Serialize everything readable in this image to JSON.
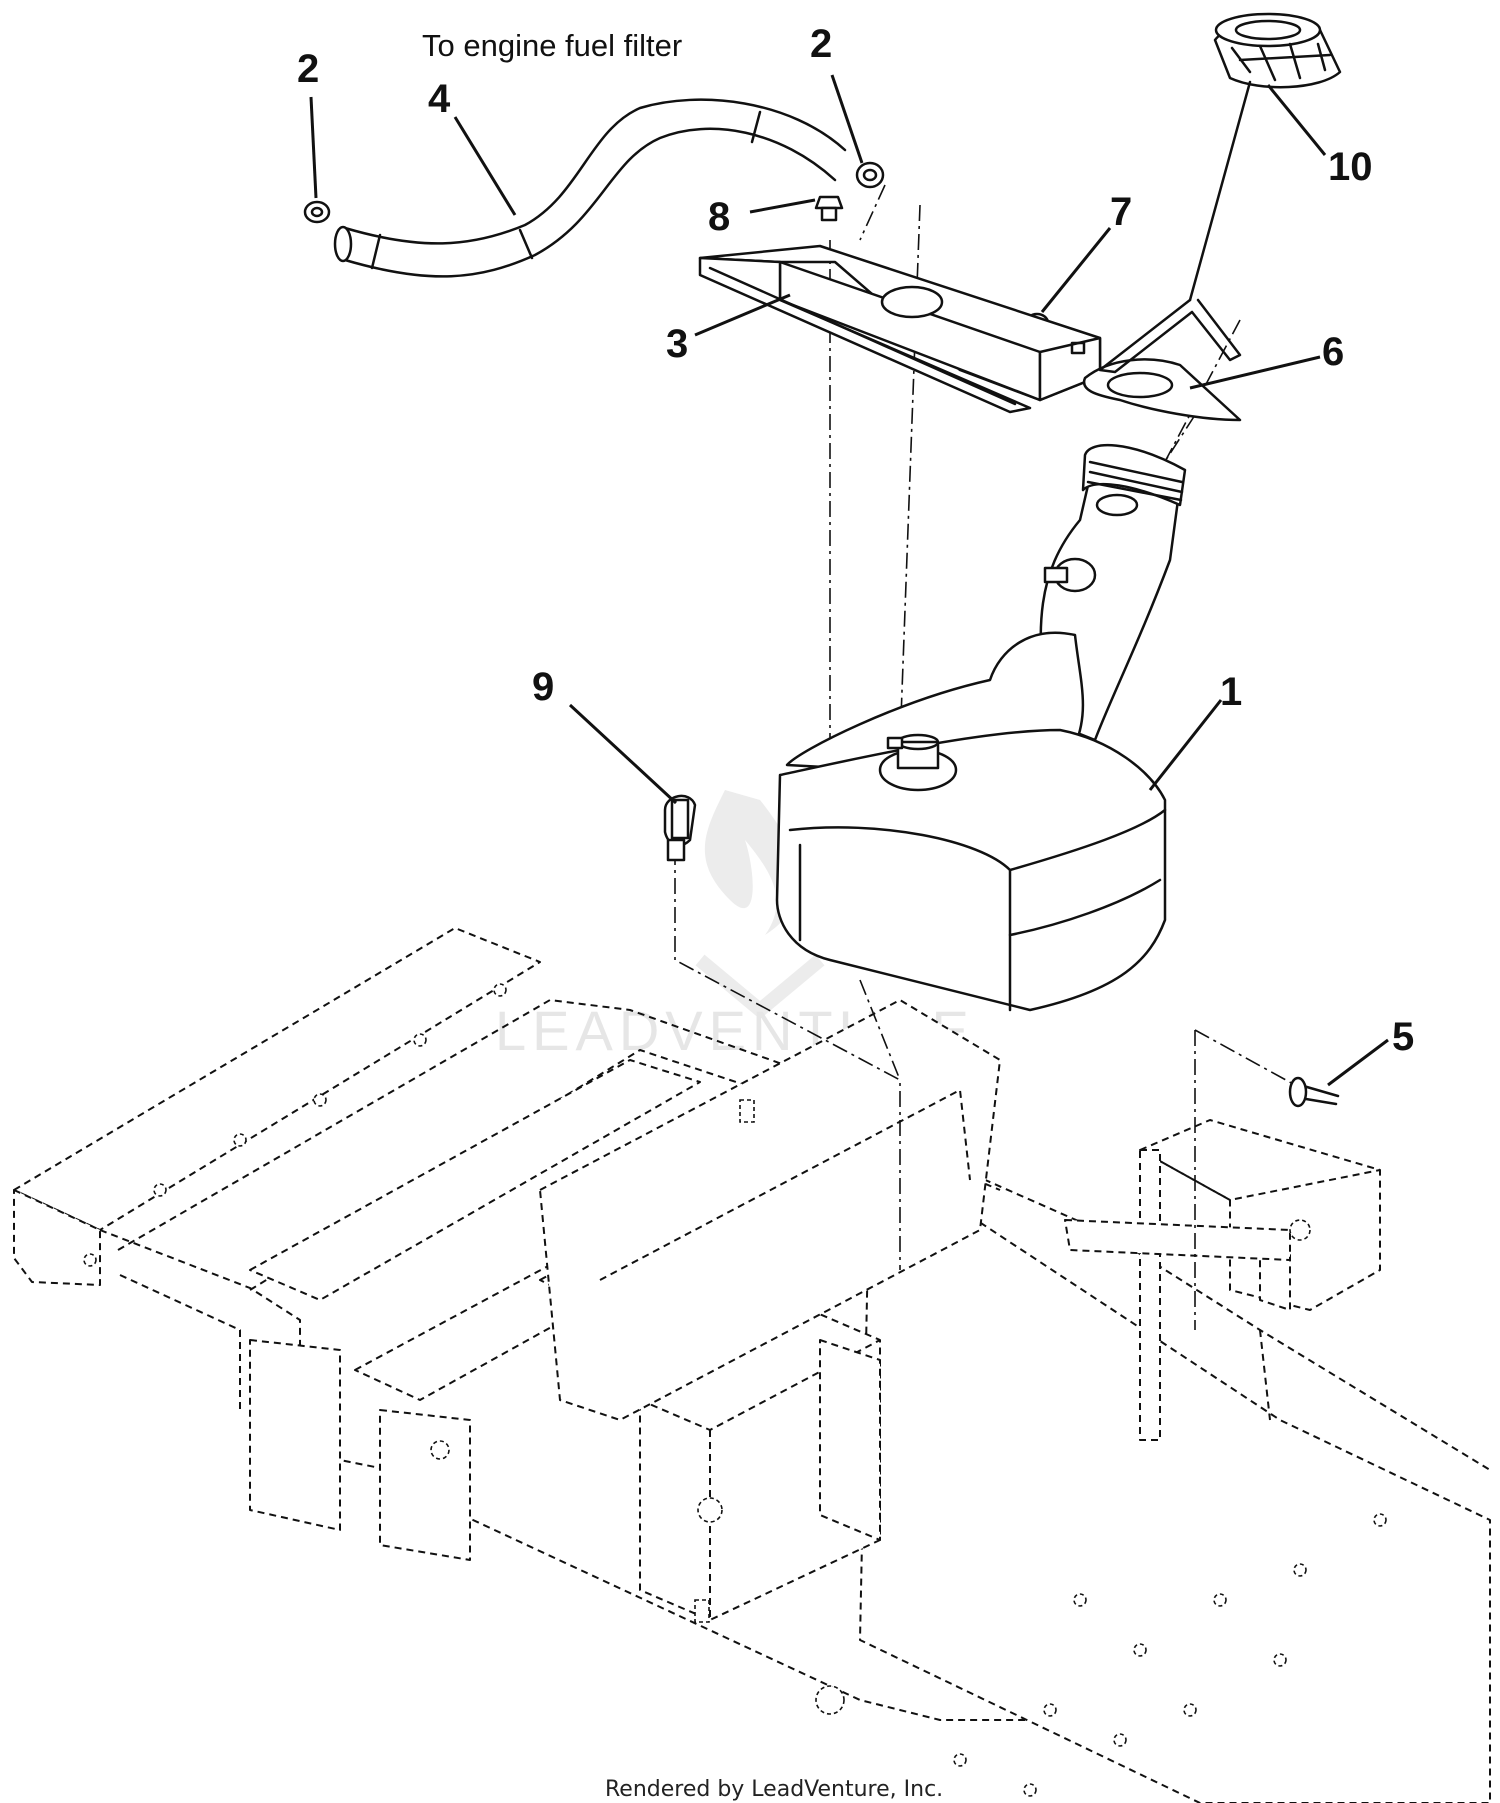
{
  "diagram": {
    "caption": "To engine fuel filter",
    "footer": "Rendered by LeadVenture, Inc.",
    "watermark": "LEADVENTURE",
    "callouts": [
      {
        "id": "c1",
        "number": "1",
        "part": "fuel-tank"
      },
      {
        "id": "c2a",
        "number": "2",
        "part": "hose-clamp-left"
      },
      {
        "id": "c2b",
        "number": "2",
        "part": "hose-clamp-right"
      },
      {
        "id": "c3",
        "number": "3",
        "part": "tank-bracket"
      },
      {
        "id": "c4",
        "number": "4",
        "part": "fuel-hose"
      },
      {
        "id": "c5",
        "number": "5",
        "part": "carriage-bolt"
      },
      {
        "id": "c6",
        "number": "6",
        "part": "gasket"
      },
      {
        "id": "c7",
        "number": "7",
        "part": "nut"
      },
      {
        "id": "c8",
        "number": "8",
        "part": "screw"
      },
      {
        "id": "c9",
        "number": "9",
        "part": "clip"
      },
      {
        "id": "c10",
        "number": "10",
        "part": "fuel-cap"
      }
    ]
  }
}
